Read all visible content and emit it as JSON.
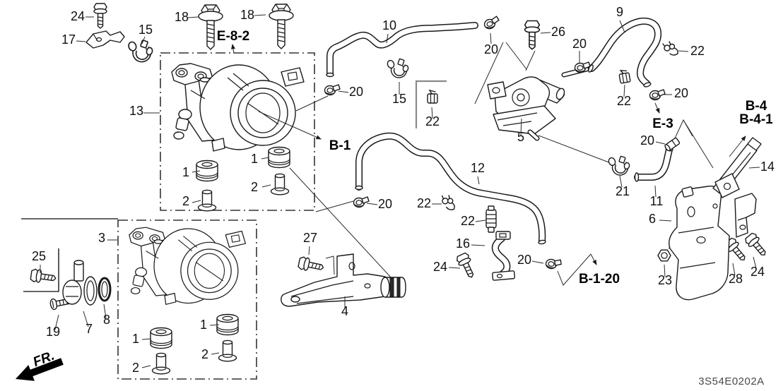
{
  "figure": {
    "type": "exploded-parts-diagram",
    "line_color": "#1a1a1a",
    "background_color": "#ffffff"
  },
  "labels": {
    "c24_top": "24",
    "c17": "17",
    "c15_top": "15",
    "c18_a": "18",
    "e8_2": "E-8-2",
    "c18_b": "18",
    "c10": "10",
    "c20_clip10": "20",
    "c26": "26",
    "c9": "9",
    "c20_pump": "20",
    "c22_top": "22",
    "c20_e3": "20",
    "c22_canister": "22",
    "e3": "E-3",
    "b4": "B-4",
    "b4_1": "B-4-1",
    "c13": "13",
    "c20_throttle": "20",
    "c15_mid": "15",
    "c22_mid": "22",
    "b1": "B-1",
    "c1_ul": "1",
    "c2_ul": "2",
    "c1_ur": "1",
    "c2_ur": "2",
    "c5": "5",
    "c20_conn": "20",
    "c12": "12",
    "c20_hose12": "20",
    "c22_hose12": "22",
    "c21": "21",
    "c11": "11",
    "c14": "14",
    "c6": "6",
    "c22_joint": "22",
    "c16": "16",
    "c20_b120": "20",
    "c24_mid": "24",
    "b1_20": "B-1-20",
    "c23": "23",
    "c28": "28",
    "c24_br": "24",
    "c27": "27",
    "c4": "4",
    "c3": "3",
    "c25": "25",
    "c19": "19",
    "c7": "7",
    "c8": "8",
    "c1_ll": "1",
    "c2_ll": "2",
    "c1_lr": "1",
    "c2_lr": "2",
    "fr": "FR.",
    "part_code": "3S54E0202A"
  }
}
